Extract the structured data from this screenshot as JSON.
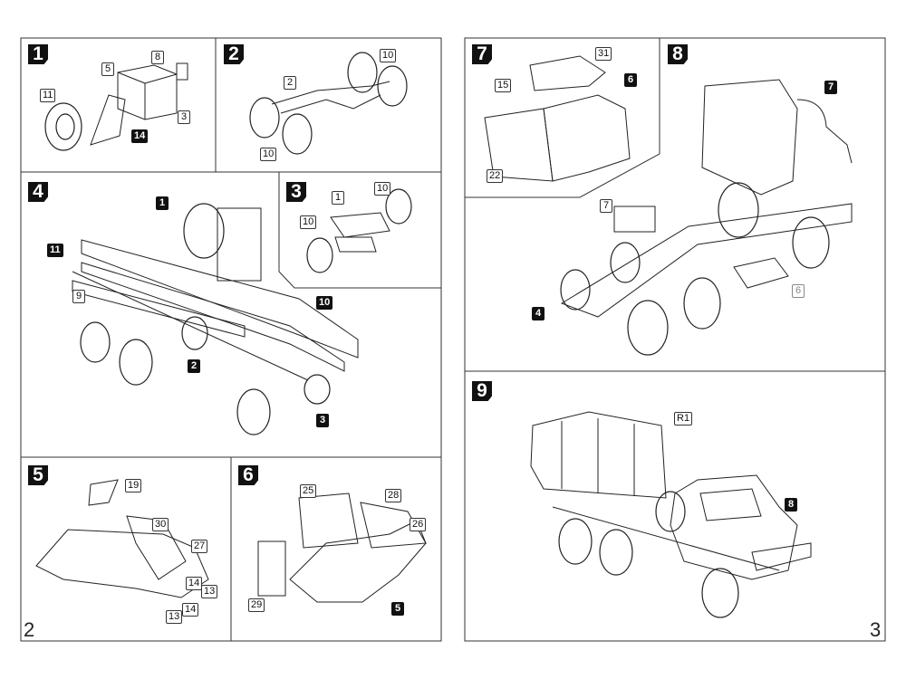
{
  "pages": {
    "left_number": "2",
    "right_number": "3"
  },
  "steps": [
    {
      "number": "1",
      "callouts": [
        {
          "label": "8"
        },
        {
          "label": "5"
        },
        {
          "label": "11"
        },
        {
          "label": "3"
        },
        {
          "label": "14"
        }
      ]
    },
    {
      "number": "2",
      "callouts": [
        {
          "label": "10"
        },
        {
          "label": "2"
        },
        {
          "label": "10"
        }
      ]
    },
    {
      "number": "3",
      "callouts": [
        {
          "label": "1"
        },
        {
          "label": "10"
        },
        {
          "label": "10"
        }
      ]
    },
    {
      "number": "4",
      "callouts": [
        {
          "label": "1"
        },
        {
          "label": "11"
        },
        {
          "label": "9"
        },
        {
          "label": "10"
        },
        {
          "label": "2"
        },
        {
          "label": "3"
        }
      ]
    },
    {
      "number": "5",
      "callouts": [
        {
          "label": "19"
        },
        {
          "label": "30"
        },
        {
          "label": "27"
        },
        {
          "label": "14"
        },
        {
          "label": "13"
        },
        {
          "label": "13"
        },
        {
          "label": "14"
        }
      ]
    },
    {
      "number": "6",
      "callouts": [
        {
          "label": "25"
        },
        {
          "label": "28"
        },
        {
          "label": "26"
        },
        {
          "label": "29"
        },
        {
          "label": "5"
        }
      ]
    },
    {
      "number": "7",
      "callouts": [
        {
          "label": "31"
        },
        {
          "label": "15"
        },
        {
          "label": "6"
        },
        {
          "label": "22"
        }
      ]
    },
    {
      "number": "8",
      "callouts": [
        {
          "label": "7"
        },
        {
          "label": "7"
        },
        {
          "label": "6"
        },
        {
          "label": "4"
        }
      ]
    },
    {
      "number": "9",
      "callouts": [
        {
          "label": "R1"
        },
        {
          "label": "8"
        }
      ]
    }
  ]
}
